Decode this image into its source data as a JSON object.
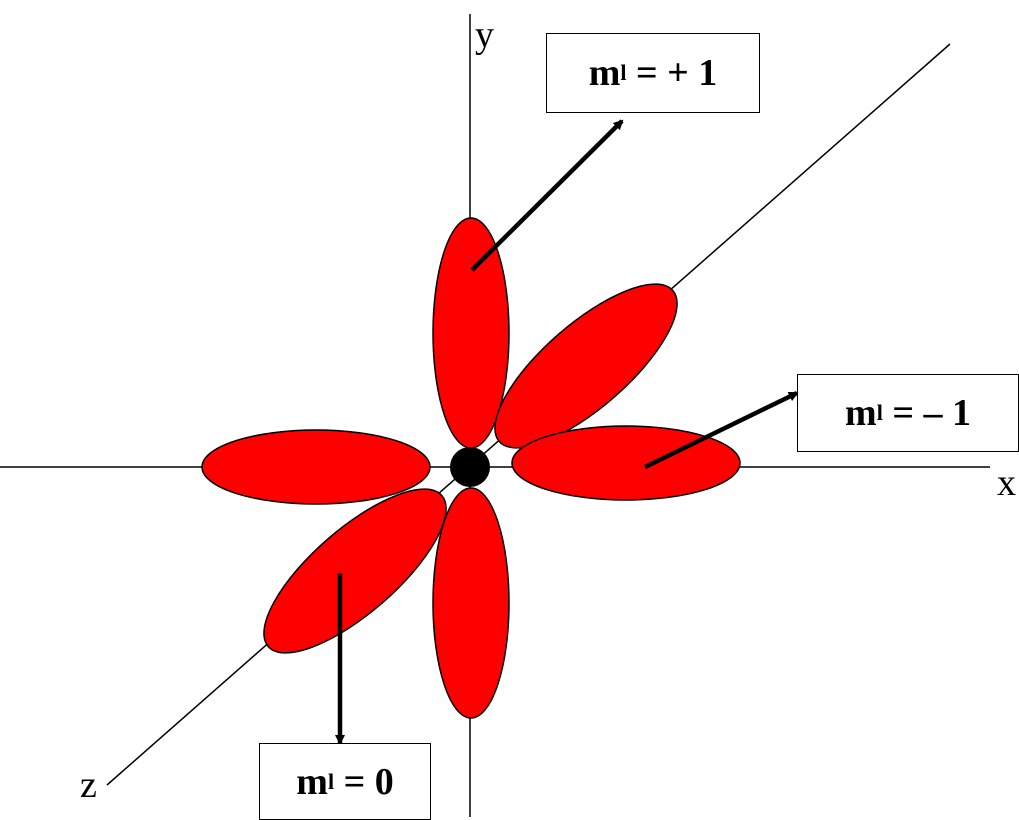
{
  "axes": {
    "x": "x",
    "y": "y",
    "z": "z"
  },
  "labels": {
    "m_symbol": "m",
    "m_subscript": "l",
    "plus_one": "= + 1",
    "minus_one": "= – 1",
    "zero": "= 0"
  },
  "colors": {
    "lobe_fill": "#ff0000",
    "outline": "#000000",
    "nucleus": "#000000",
    "background": "#ffffff"
  }
}
